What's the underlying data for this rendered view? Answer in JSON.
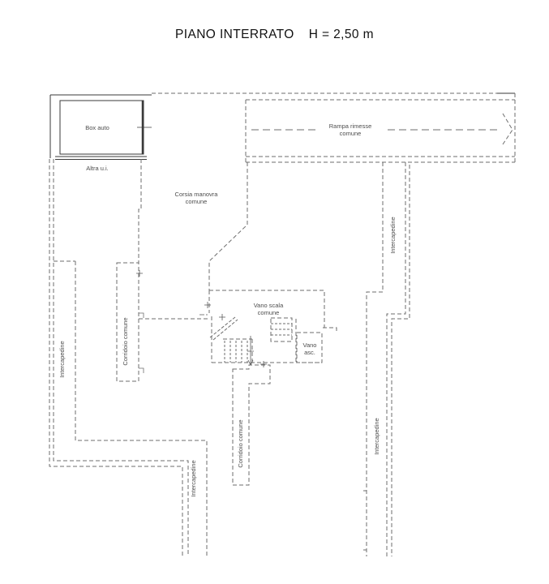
{
  "title": {
    "main": "PIANO INTERRATO",
    "height_spec": "H = 2,50 m"
  },
  "plan": {
    "labels": {
      "box_auto": "Box auto",
      "altra_ui": "Altra u.i.",
      "rampa_line1": "Rampa rimesse",
      "rampa_line2": "comune",
      "corsia_line1": "Corsia manovra",
      "corsia_line2": "comune",
      "vano_scala_line1": "Vano scala",
      "vano_scala_line2": "comune",
      "vano_asc_line1": "Vano",
      "vano_asc_line2": "asc.",
      "corridoio_left": "Corridoio comune",
      "corridoio_bottom": "Corridoio comune",
      "intercapedine_left": "Intercapedine",
      "intercapedine_bottom": "Intercapedine",
      "intercapedine_right_upper": "Intercapedine",
      "intercapedine_right_lower": "Intercapedine"
    }
  },
  "colors": {
    "line_dashed": "#6e6e6e",
    "line_solid": "#3a3a3a",
    "label_text": "#4d4d4d",
    "title_text": "#111111",
    "background": "#ffffff"
  }
}
